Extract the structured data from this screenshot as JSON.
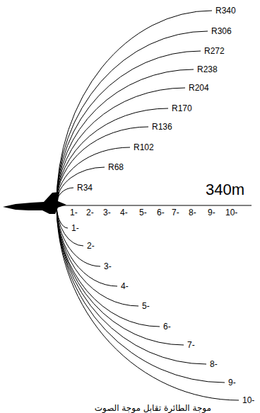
{
  "diagram": {
    "labels": [
      "R340",
      "R306",
      "R272",
      "R238",
      "R204",
      "R170",
      "R136",
      "R102",
      "R68",
      "R34",
      "340m",
      "1-",
      "2-",
      "3-",
      "4-",
      "5-",
      "6-",
      "7-",
      "8-",
      "9-",
      "10-",
      "1-",
      "2-",
      "3-",
      "4-",
      "5-",
      "6-",
      "7-",
      "8-",
      "9-",
      "10-",
      "موجة الطائرة تقابل موجة الصوت"
    ]
  }
}
